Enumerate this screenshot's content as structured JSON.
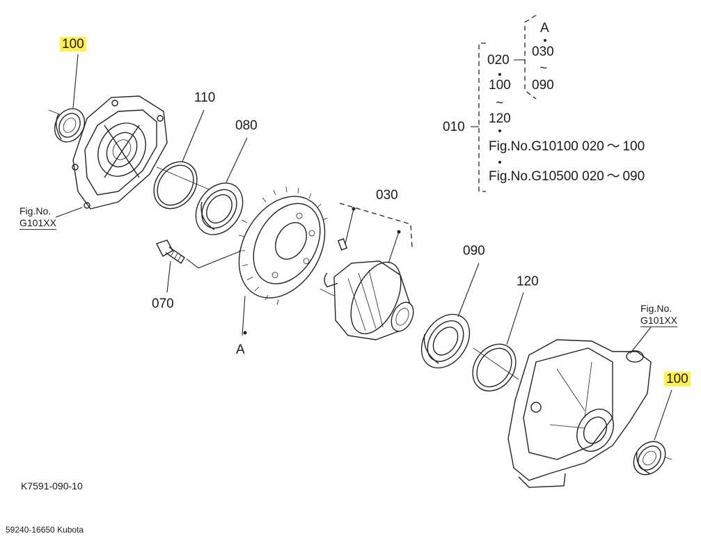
{
  "labels": {
    "p100_top": "100",
    "p110": "110",
    "p080": "080",
    "p030": "030",
    "p070": "070",
    "pA": "A",
    "p090": "090",
    "p120": "120",
    "p100_bottom": "100"
  },
  "fig_ref_left": {
    "line1": "Fig.No.",
    "line2": "G101XX"
  },
  "fig_ref_right": {
    "line1": "Fig.No.",
    "line2": "G101XX"
  },
  "assembly_key": {
    "root": "010",
    "col_a": [
      "020",
      "100",
      "~",
      "120"
    ],
    "bracket_right": [
      "A",
      "030",
      "~",
      "090"
    ],
    "fig_line1": "Fig.No.G10100  020 ～ 100",
    "fig_line2": "Fig.No.G10500  020 ～ 090"
  },
  "diagram_code": "K7591-090-10",
  "part_footer": "59240-16650 Kubota",
  "highlight_color": "#fff24a"
}
